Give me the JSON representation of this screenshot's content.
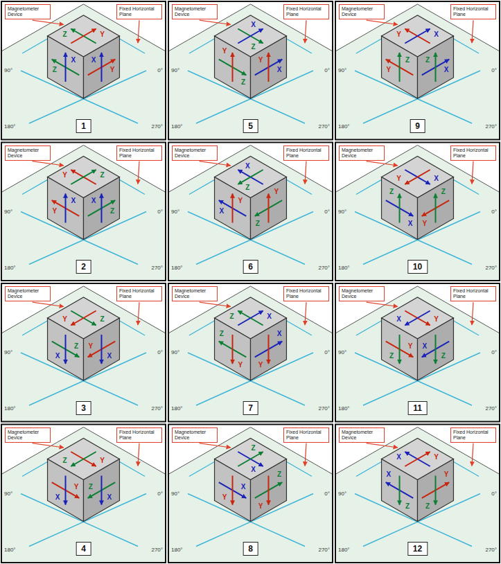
{
  "diagram": {
    "nodes": [
      {
        "text": [
          "Magnetometer Device"
        ]
      },
      {
        "text": [
          "Fixed Horizontal Plane"
        ]
      },
      {
        "text": [
          "1"
        ]
      },
      {
        "text": [
          "Magnetometer Device"
        ]
      },
      {
        "text": [
          "Fixed Horizontal Plane"
        ]
      },
      {
        "text": [
          "5"
        ]
      },
      {
        "text": [
          "Magnetometer Device"
        ]
      },
      {
        "text": [
          "Fixed Horizontal Plane"
        ]
      },
      {
        "text": [
          "9"
        ]
      },
      {
        "text": [
          "Magnetometer Device"
        ]
      },
      {
        "text": [
          "Fixed Horizontal Plane"
        ]
      },
      {
        "text": [
          "2"
        ]
      },
      {
        "text": [
          "Magnetometer Device"
        ]
      },
      {
        "text": [
          "Fixed Horizontal Plane"
        ]
      },
      {
        "text": [
          "6"
        ]
      },
      {
        "text": [
          "Magnetometer Device"
        ]
      },
      {
        "text": [
          "Fixed Horizontal Plane"
        ]
      },
      {
        "text": [
          "10"
        ]
      },
      {
        "text": [
          "Magnetometer Device"
        ]
      },
      {
        "text": [
          "Fixed Horizontal Plane"
        ]
      },
      {
        "text": [
          "3"
        ]
      },
      {
        "text": [
          "Magnetometer Device"
        ]
      },
      {
        "text": [
          "Fixed Horizontal Plane"
        ]
      },
      {
        "text": [
          "7"
        ]
      },
      {
        "text": [
          "Magnetometer Device"
        ]
      },
      {
        "text": [
          "Fixed Horizontal Plane"
        ]
      },
      {
        "text": [
          "11"
        ]
      },
      {
        "text": [
          "Magnetometer Device"
        ]
      },
      {
        "text": [
          "Fixed Horizontal Plane"
        ]
      },
      {
        "text": [
          "4"
        ]
      },
      {
        "text": [
          "Magnetometer Device"
        ]
      },
      {
        "text": [
          "Fixed Horizontal Plane"
        ]
      },
      {
        "text": [
          "8"
        ]
      },
      {
        "text": [
          "Magnetometer Device"
        ]
      },
      {
        "text": [
          "Fixed Horizontal Plane"
        ]
      },
      {
        "text": [
          "12"
        ]
      }
    ],
    "labels": [
      "90°",
      "0°",
      "180°",
      "270°",
      "Z",
      "Y",
      "X",
      "Z",
      "X",
      "Y",
      "90°",
      "0°",
      "180°",
      "270°",
      "Z",
      "X",
      "Y",
      "Z",
      "Y",
      "X",
      "90°",
      "0°",
      "180°",
      "270°",
      "Y",
      "X",
      "Z",
      "Y",
      "Z",
      "X",
      "90°",
      "0°",
      "180°",
      "270°",
      "Y",
      "Z",
      "X",
      "Y",
      "X",
      "Z",
      "90°",
      "0°",
      "180°",
      "270°",
      "X",
      "Z",
      "Y",
      "X",
      "Y",
      "Z",
      "90°",
      "0°",
      "180°",
      "270°",
      "X",
      "Y",
      "Z",
      "X",
      "Z",
      "Y",
      "90°",
      "0°",
      "180°",
      "270°",
      "Z",
      "Y",
      "X",
      "Z",
      "X",
      "Y",
      "90°",
      "0°",
      "180°",
      "270°",
      "Z",
      "X",
      "Y",
      "Z",
      "Y",
      "X",
      "90°",
      "0°",
      "180°",
      "270°",
      "Y",
      "X",
      "Z",
      "Y",
      "Z",
      "X",
      "90°",
      "0°",
      "180°",
      "270°",
      "Y",
      "Z",
      "X",
      "Y",
      "X",
      "Z",
      "90°",
      "0°",
      "180°",
      "270°",
      "X",
      "Z",
      "Y",
      "X",
      "Y",
      "Z",
      "90°",
      "0°",
      "180°",
      "270°",
      "X",
      "Y",
      "Z",
      "X",
      "Z",
      "Y"
    ]
  }
}
